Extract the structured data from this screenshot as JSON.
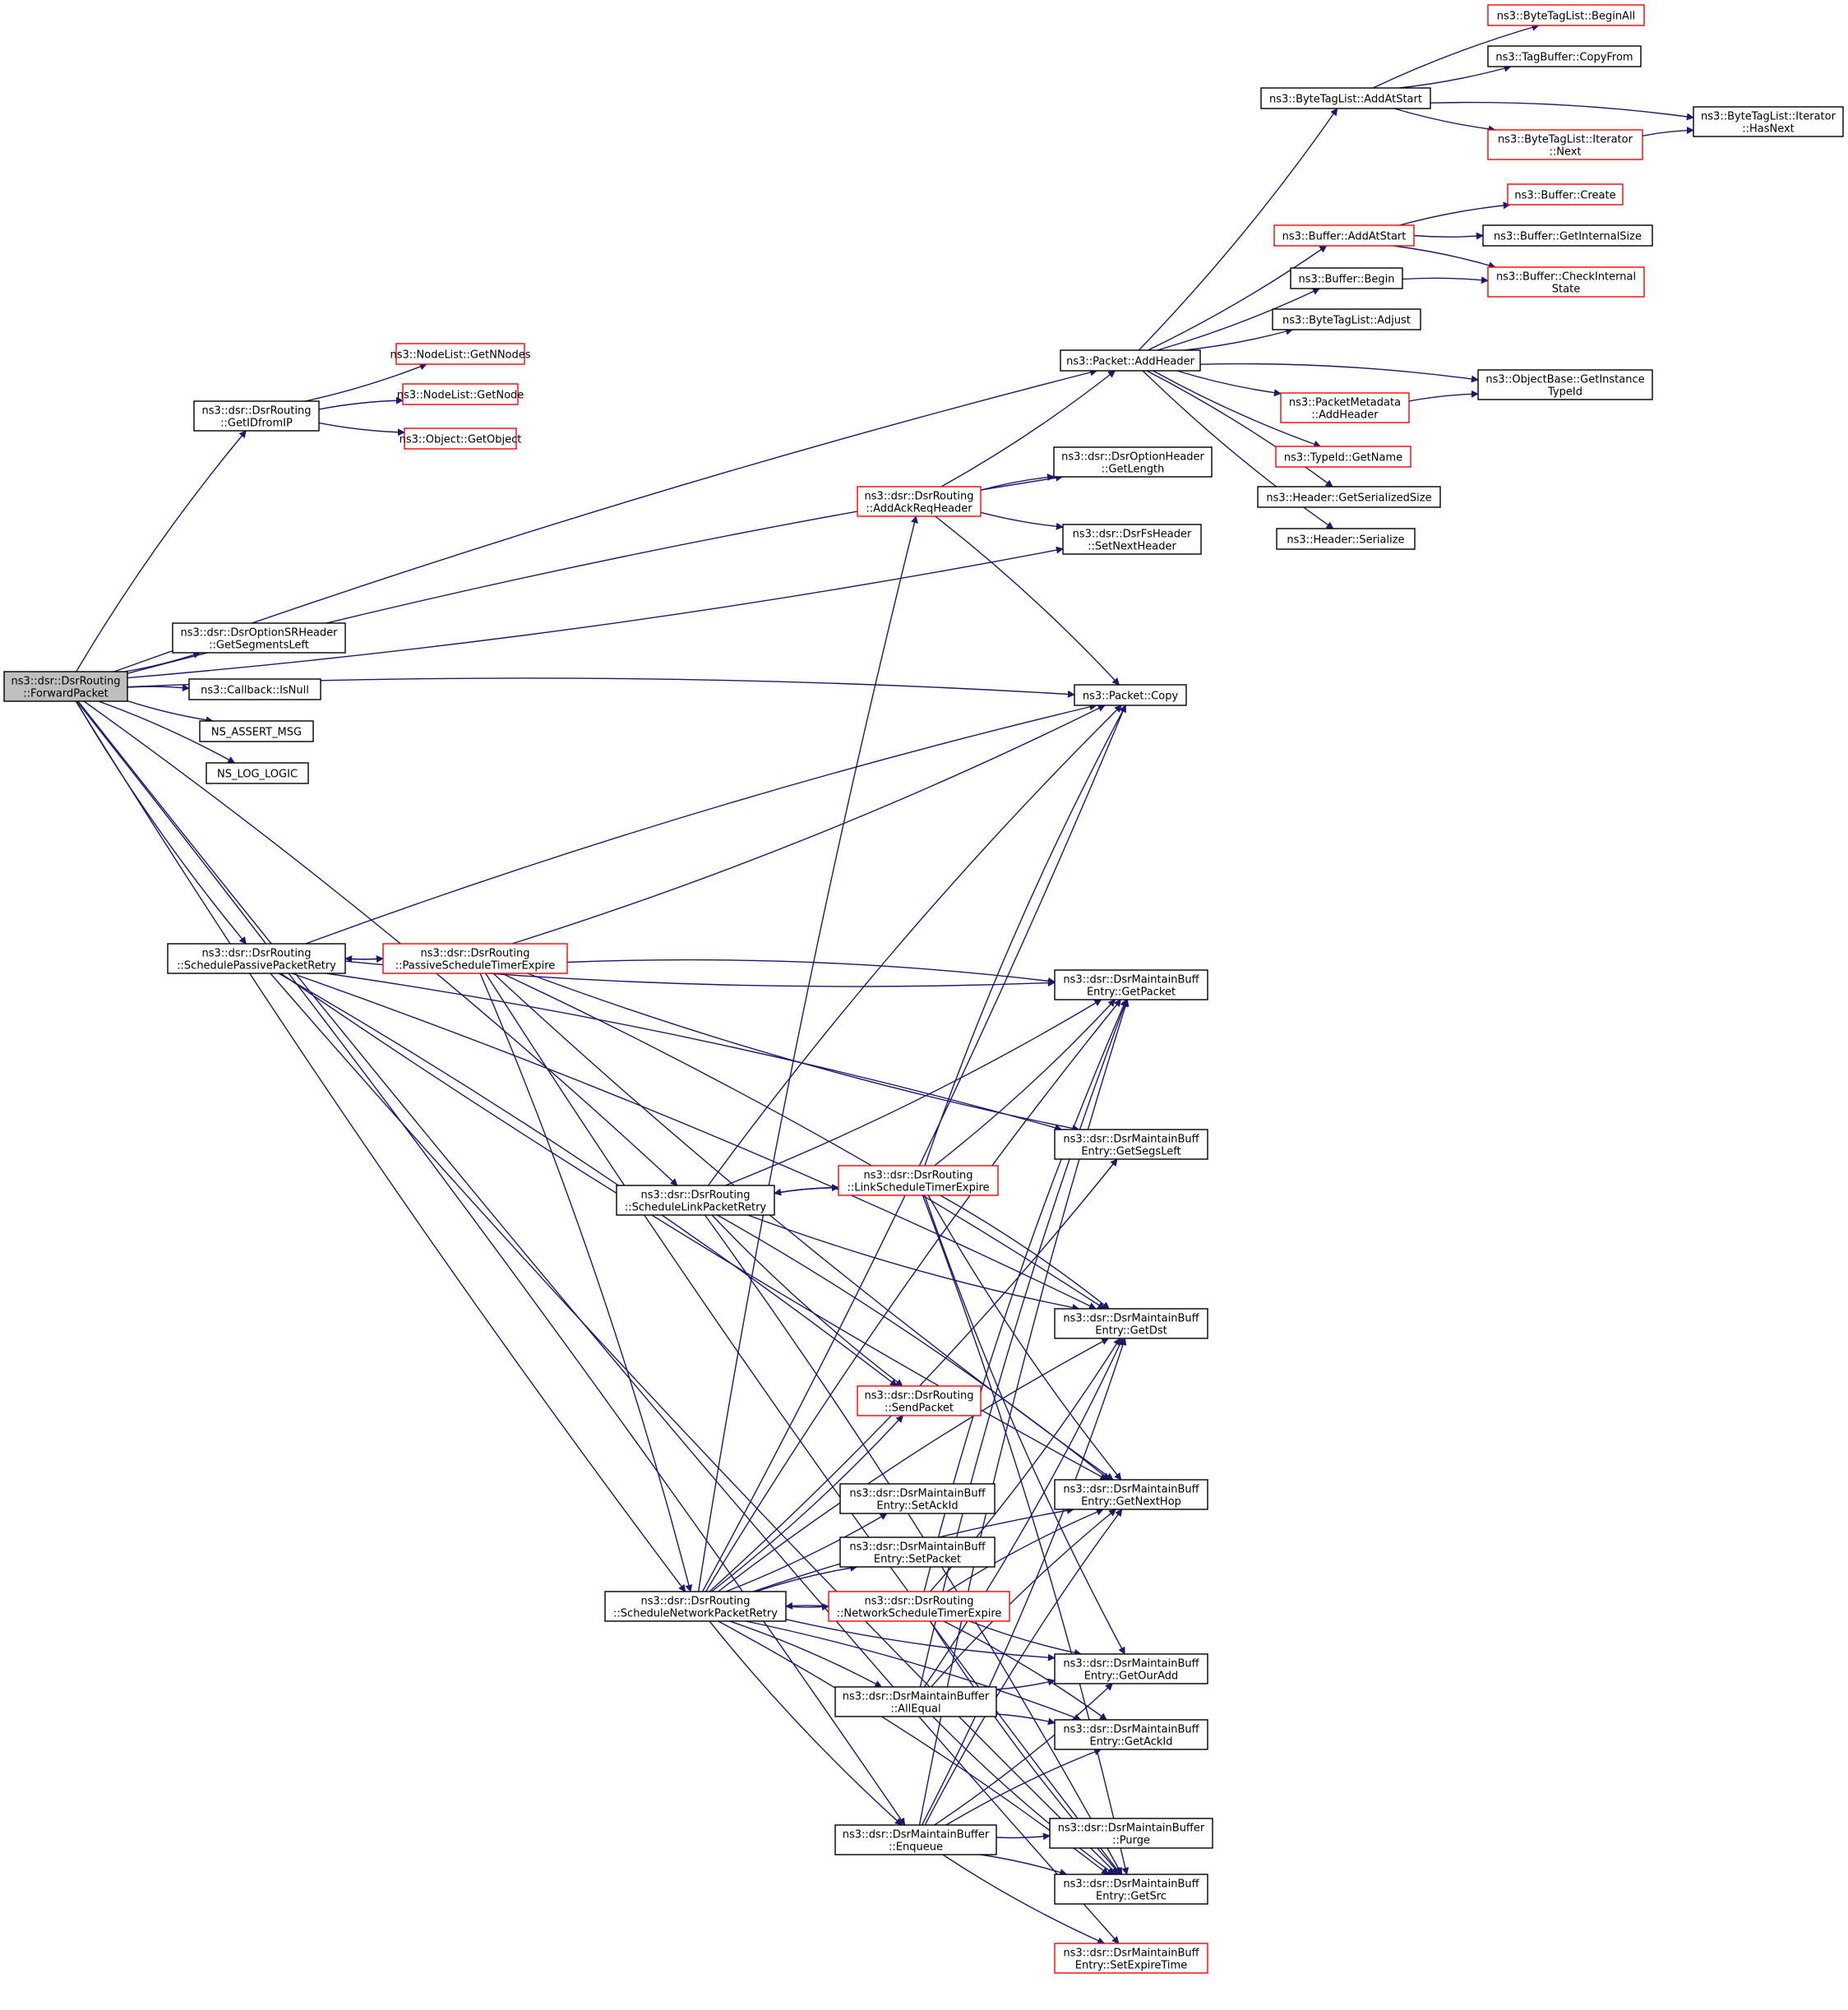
{
  "colors": {
    "edge": "#191970",
    "node_border": "#000000",
    "node_border_truncated": "#ff0000",
    "root_fill": "#bfbfbf",
    "node_fill": "#ffffff",
    "background": "#ffffff"
  },
  "nodes": [
    {
      "id": "fwd",
      "lines": [
        "ns3::dsr::DsrRouting",
        "::ForwardPacket"
      ],
      "root": true,
      "red": false
    },
    {
      "id": "getid",
      "lines": [
        "ns3::dsr::DsrRouting",
        "::GetIDfromIP"
      ],
      "red": false
    },
    {
      "id": "getnn",
      "lines": [
        "ns3::NodeList::GetNNodes"
      ],
      "red": true
    },
    {
      "id": "getnode",
      "lines": [
        "ns3::NodeList::GetNode"
      ],
      "red": true
    },
    {
      "id": "getobj",
      "lines": [
        "ns3::Object::GetObject"
      ],
      "red": true
    },
    {
      "id": "addhdr",
      "lines": [
        "ns3::Packet::AddHeader"
      ],
      "red": false
    },
    {
      "id": "btl_add",
      "lines": [
        "ns3::ByteTagList::AddAtStart"
      ],
      "red": false
    },
    {
      "id": "btl_begin",
      "lines": [
        "ns3::ByteTagList::BeginAll"
      ],
      "red": true
    },
    {
      "id": "tagbuf",
      "lines": [
        "ns3::TagBuffer::CopyFrom"
      ],
      "red": false
    },
    {
      "id": "hasnext",
      "lines": [
        "ns3::ByteTagList::Iterator",
        "::HasNext"
      ],
      "red": false
    },
    {
      "id": "itnext",
      "lines": [
        "ns3::ByteTagList::Iterator",
        "::Next"
      ],
      "red": true
    },
    {
      "id": "buf_add",
      "lines": [
        "ns3::Buffer::AddAtStart"
      ],
      "red": true
    },
    {
      "id": "buf_create",
      "lines": [
        "ns3::Buffer::Create"
      ],
      "red": true
    },
    {
      "id": "buf_isz",
      "lines": [
        "ns3::Buffer::GetInternalSize"
      ],
      "red": false
    },
    {
      "id": "buf_begin",
      "lines": [
        "ns3::Buffer::Begin"
      ],
      "red": false
    },
    {
      "id": "buf_check",
      "lines": [
        "ns3::Buffer::CheckInternal",
        "State"
      ],
      "red": true
    },
    {
      "id": "btl_adjust",
      "lines": [
        "ns3::ByteTagList::Adjust"
      ],
      "red": false
    },
    {
      "id": "gettid",
      "lines": [
        "ns3::ObjectBase::GetInstance",
        "TypeId"
      ],
      "red": false
    },
    {
      "id": "pm_add",
      "lines": [
        "ns3::PacketMetadata",
        "::AddHeader"
      ],
      "red": true
    },
    {
      "id": "tid_name",
      "lines": [
        "ns3::TypeId::GetName"
      ],
      "red": true
    },
    {
      "id": "hdr_size",
      "lines": [
        "ns3::Header::GetSerializedSize"
      ],
      "red": false
    },
    {
      "id": "hdr_ser",
      "lines": [
        "ns3::Header::Serialize"
      ],
      "red": false
    },
    {
      "id": "opt_len",
      "lines": [
        "ns3::dsr::DsrOptionHeader",
        "::GetLength"
      ],
      "red": false
    },
    {
      "id": "ackreq",
      "lines": [
        "ns3::dsr::DsrRouting",
        "::AddAckReqHeader"
      ],
      "red": true
    },
    {
      "id": "fs_next",
      "lines": [
        "ns3::dsr::DsrFsHeader",
        "::SetNextHeader"
      ],
      "red": false
    },
    {
      "id": "segleft",
      "lines": [
        "ns3::dsr::DsrOptionSRHeader",
        "::GetSegmentsLeft"
      ],
      "red": false
    },
    {
      "id": "isnull",
      "lines": [
        "ns3::Callback::IsNull"
      ],
      "red": false
    },
    {
      "id": "assert",
      "lines": [
        "NS_ASSERT_MSG"
      ],
      "red": false
    },
    {
      "id": "logic",
      "lines": [
        "NS_LOG_LOGIC"
      ],
      "red": false
    },
    {
      "id": "copy",
      "lines": [
        "ns3::Packet::Copy"
      ],
      "red": false
    },
    {
      "id": "spr",
      "lines": [
        "ns3::dsr::DsrRouting",
        "::SchedulePassivePacketRetry"
      ],
      "red": false
    },
    {
      "id": "pste",
      "lines": [
        "ns3::dsr::DsrRouting",
        "::PassiveScheduleTimerExpire"
      ],
      "red": true
    },
    {
      "id": "getpkt",
      "lines": [
        "ns3::dsr::DsrMaintainBuff",
        "Entry::GetPacket"
      ],
      "red": false
    },
    {
      "id": "getsegs",
      "lines": [
        "ns3::dsr::DsrMaintainBuff",
        "Entry::GetSegsLeft"
      ],
      "red": false
    },
    {
      "id": "slr",
      "lines": [
        "ns3::dsr::DsrRouting",
        "::ScheduleLinkPacketRetry"
      ],
      "red": false
    },
    {
      "id": "lste",
      "lines": [
        "ns3::dsr::DsrRouting",
        "::LinkScheduleTimerExpire"
      ],
      "red": true
    },
    {
      "id": "getdst",
      "lines": [
        "ns3::dsr::DsrMaintainBuff",
        "Entry::GetDst"
      ],
      "red": false
    },
    {
      "id": "sendpkt",
      "lines": [
        "ns3::dsr::DsrRouting",
        "::SendPacket"
      ],
      "red": true
    },
    {
      "id": "getnh",
      "lines": [
        "ns3::dsr::DsrMaintainBuff",
        "Entry::GetNextHop"
      ],
      "red": false
    },
    {
      "id": "setack",
      "lines": [
        "ns3::dsr::DsrMaintainBuff",
        "Entry::SetAckId"
      ],
      "red": false
    },
    {
      "id": "setpkt",
      "lines": [
        "ns3::dsr::DsrMaintainBuff",
        "Entry::SetPacket"
      ],
      "red": false
    },
    {
      "id": "snr",
      "lines": [
        "ns3::dsr::DsrRouting",
        "::ScheduleNetworkPacketRetry"
      ],
      "red": false
    },
    {
      "id": "nste",
      "lines": [
        "ns3::dsr::DsrRouting",
        "::NetworkScheduleTimerExpire"
      ],
      "red": true
    },
    {
      "id": "getour",
      "lines": [
        "ns3::dsr::DsrMaintainBuff",
        "Entry::GetOurAdd"
      ],
      "red": false
    },
    {
      "id": "allequal",
      "lines": [
        "ns3::dsr::DsrMaintainBuffer",
        "::AllEqual"
      ],
      "red": false
    },
    {
      "id": "getackid",
      "lines": [
        "ns3::dsr::DsrMaintainBuff",
        "Entry::GetAckId"
      ],
      "red": false
    },
    {
      "id": "enqueue",
      "lines": [
        "ns3::dsr::DsrMaintainBuffer",
        "::Enqueue"
      ],
      "red": false
    },
    {
      "id": "purge",
      "lines": [
        "ns3::dsr::DsrMaintainBuffer",
        "::Purge"
      ],
      "red": false
    },
    {
      "id": "getsrc",
      "lines": [
        "ns3::dsr::DsrMaintainBuff",
        "Entry::GetSrc"
      ],
      "red": false
    },
    {
      "id": "setexp",
      "lines": [
        "ns3::dsr::DsrMaintainBuff",
        "Entry::SetExpireTime"
      ],
      "red": true
    }
  ]
}
